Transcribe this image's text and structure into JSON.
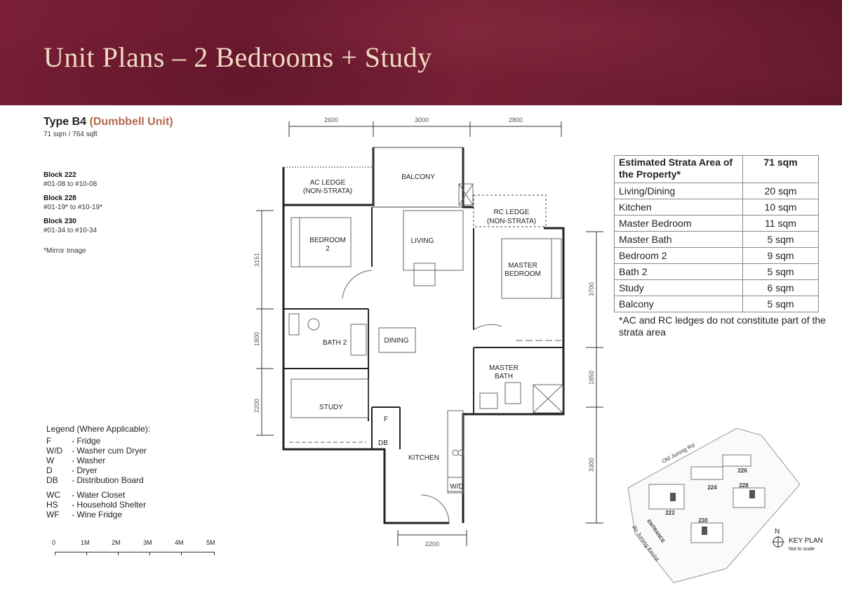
{
  "header": {
    "title": "Unit Plans – 2 Bedrooms + Study"
  },
  "unit": {
    "type": "Type B4",
    "variant": "(Dumbbell Unit)",
    "area": "71 sqm / 764 sqft"
  },
  "blocks": [
    {
      "name": "Block 222",
      "units": "#01-08 to #10-08"
    },
    {
      "name": "Block 228",
      "units": "#01-19* to #10-19*"
    },
    {
      "name": "Block 230",
      "units": "#01-34 to #10-34"
    }
  ],
  "mirror_note": "*Mirror Image",
  "legend": {
    "title": "Legend (Where Applicable):",
    "items": [
      {
        "key": "F",
        "label": "- Fridge"
      },
      {
        "key": "W/D",
        "label": "- Washer cum Dryer"
      },
      {
        "key": "W",
        "label": "- Washer"
      },
      {
        "key": "D",
        "label": "- Dryer"
      },
      {
        "key": "DB",
        "label": "- Distribution Board"
      }
    ],
    "items2": [
      {
        "key": "WC",
        "label": "- Water Closet"
      },
      {
        "key": "HS",
        "label": "- Household Shelter"
      },
      {
        "key": "WF",
        "label": "- Wine Fridge"
      }
    ]
  },
  "scale": [
    "0",
    "1M",
    "2M",
    "3M",
    "4M",
    "5M"
  ],
  "area_table": {
    "header": [
      "Estimated Strata Area of the Property*",
      "71 sqm"
    ],
    "rows": [
      [
        "Living/Dining",
        "20 sqm"
      ],
      [
        "Kitchen",
        "10 sqm"
      ],
      [
        "Master Bedroom",
        "11 sqm"
      ],
      [
        "Master Bath",
        "5 sqm"
      ],
      [
        "Bedroom 2",
        "9 sqm"
      ],
      [
        "Bath 2",
        "5 sqm"
      ],
      [
        "Study",
        "6 sqm"
      ],
      [
        "Balcony",
        "5 sqm"
      ]
    ],
    "note": "*AC and RC ledges do not constitute part of the strata area"
  },
  "plan": {
    "dims_top": [
      "2600",
      "3000",
      "2800"
    ],
    "dims_left": [
      "3151",
      "1800",
      "2200"
    ],
    "dims_right": [
      "3700",
      "1850",
      "3300"
    ],
    "dim_bottom": "2200",
    "rooms": {
      "ac_ledge": "AC LEDGE",
      "ac_ledge_sub": "(NON-STRATA)",
      "balcony": "BALCONY",
      "rc_ledge": "RC LEDGE",
      "rc_ledge_sub": "(NON-STRATA)",
      "bedroom2": "BEDROOM",
      "bedroom2_num": "2",
      "living": "LIVING",
      "master": "MASTER",
      "master_sub": "BEDROOM",
      "bath2": "BATH 2",
      "dining": "DINING",
      "master_bath": "MASTER",
      "master_bath_sub": "BATH",
      "study": "STUDY",
      "kitchen": "KITCHEN",
      "fridge": "F",
      "db": "DB",
      "wd": "W/D"
    }
  },
  "keyplan": {
    "title": "KEY PLAN",
    "subtitle": "Not to scale",
    "north": "N",
    "road1": "Old Jurong Rd",
    "road2": "Jln Jurong Kechil",
    "entrance": "ENTRANCE",
    "blocks": [
      "226",
      "224",
      "228",
      "222",
      "230"
    ]
  }
}
